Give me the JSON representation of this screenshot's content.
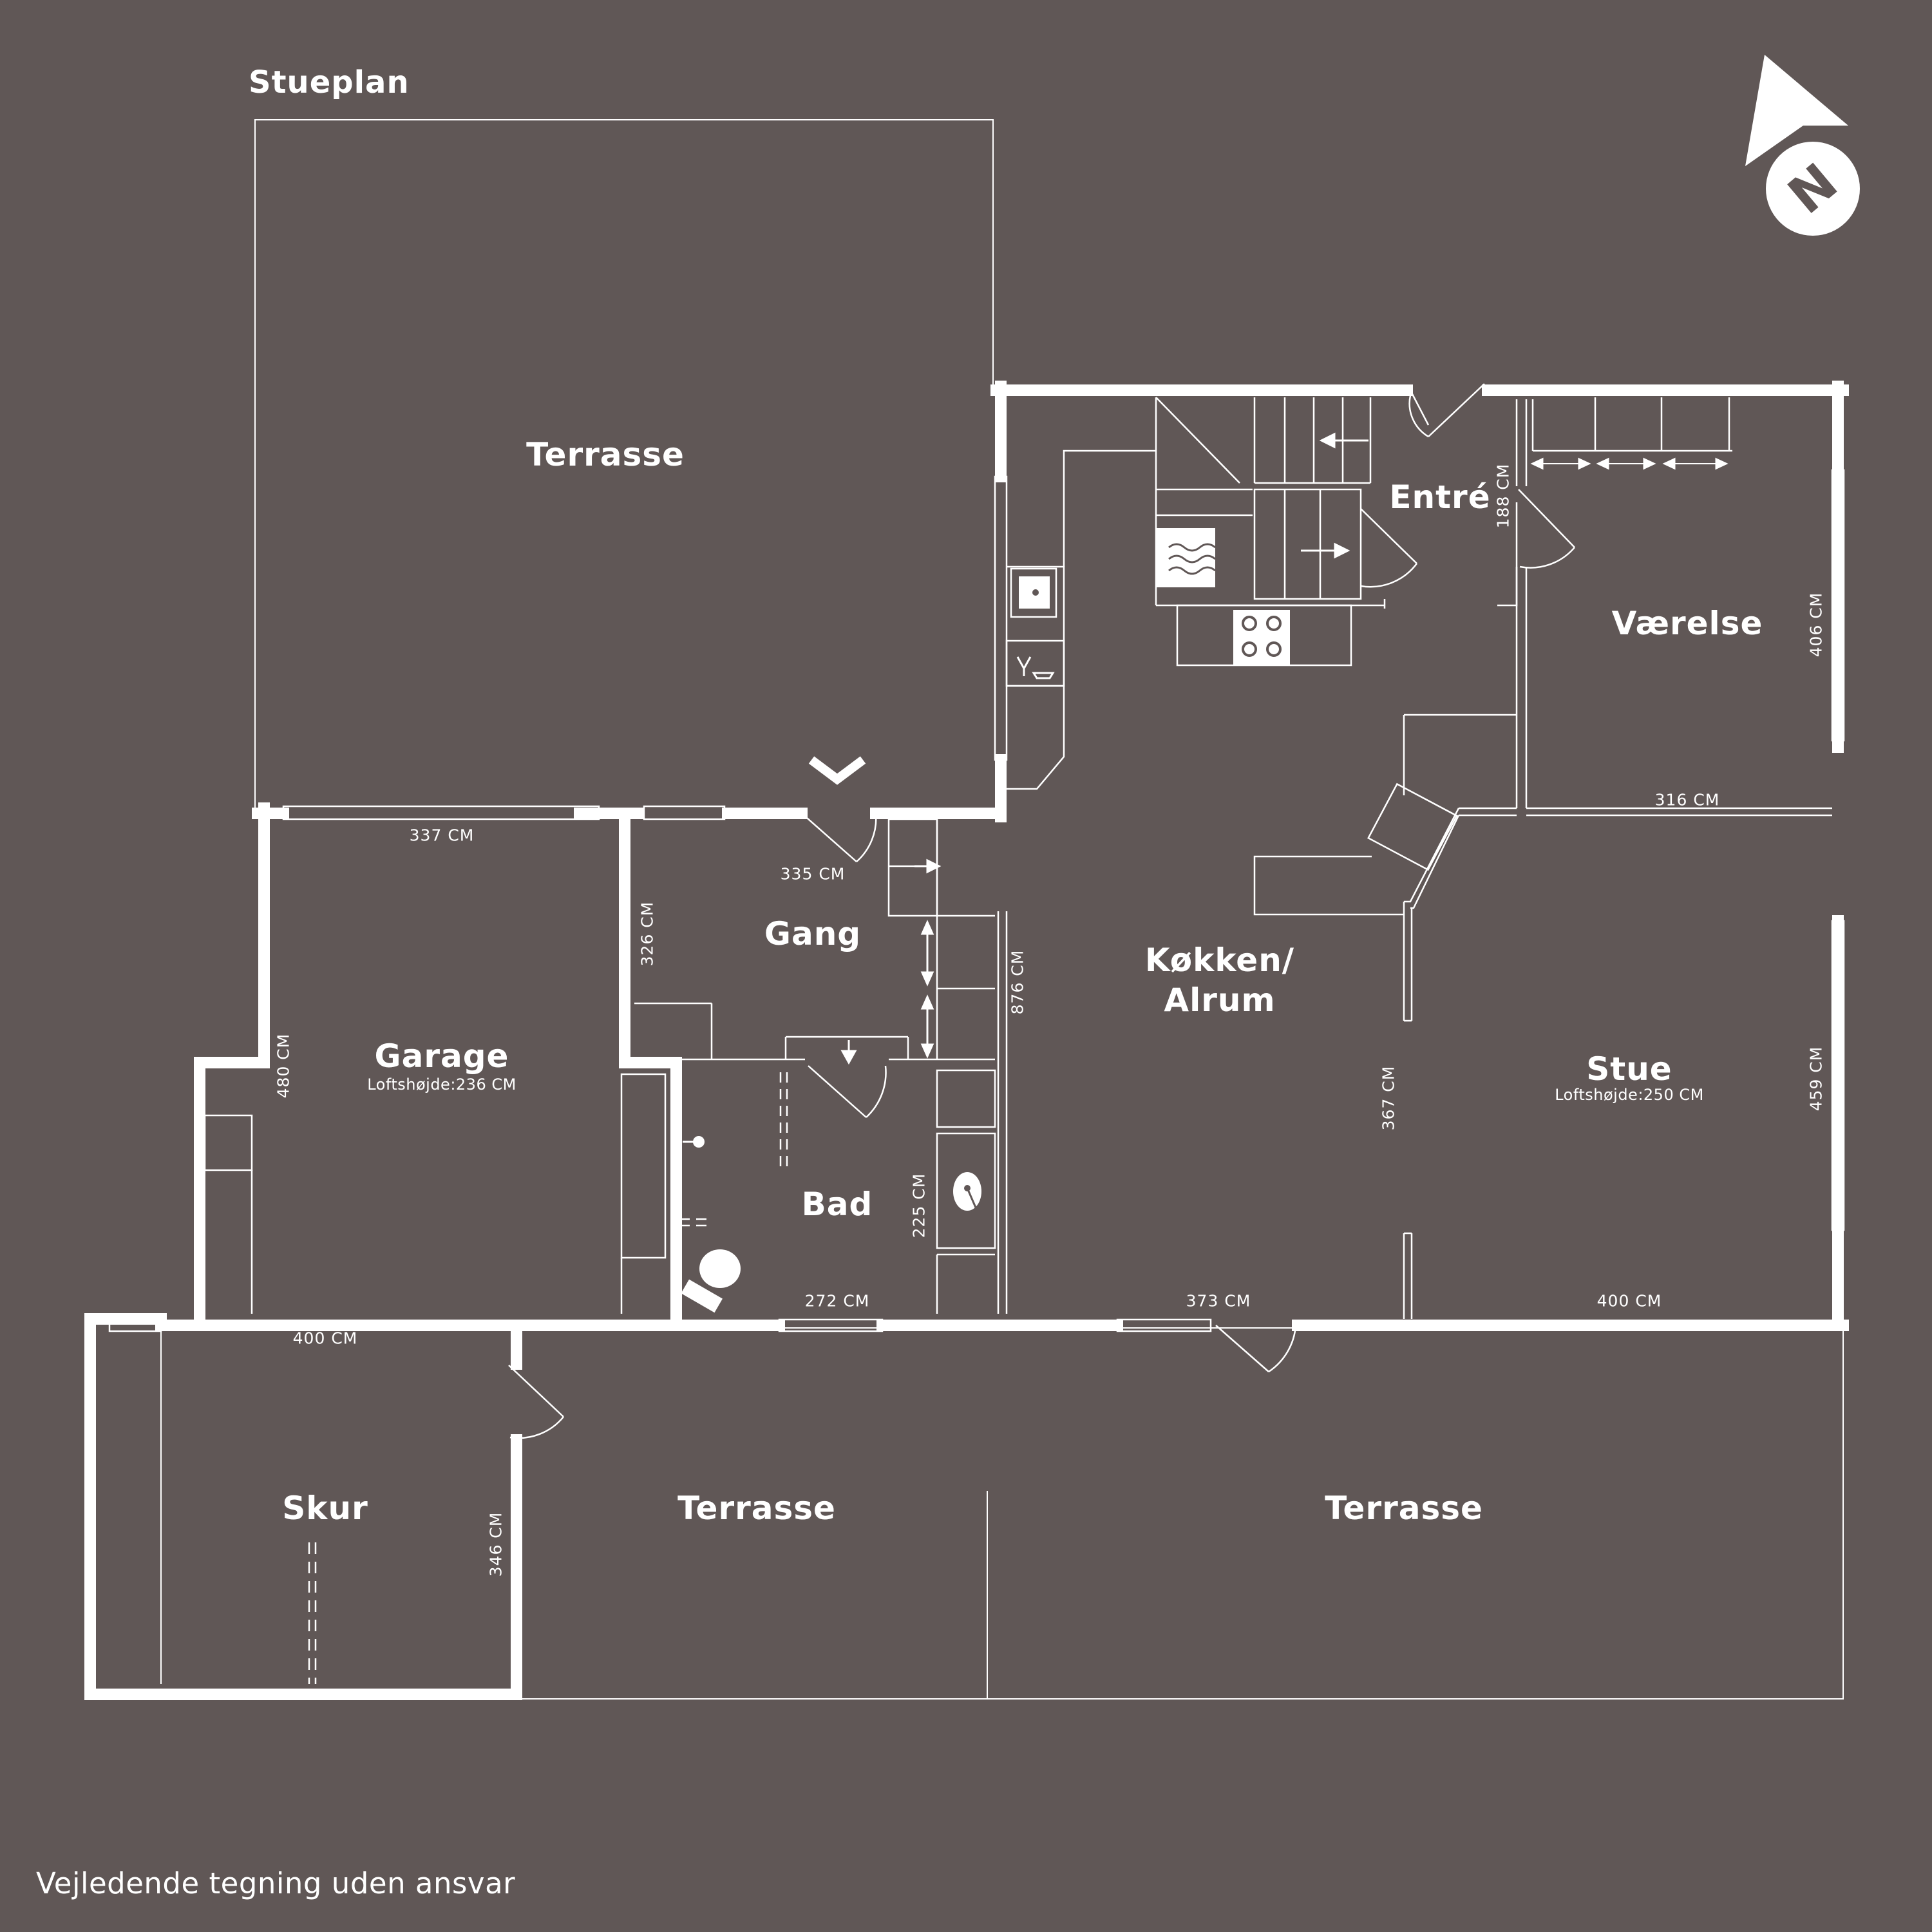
{
  "title": "Stueplan",
  "disclaimer": "Vejledende tegning uden ansvar",
  "compass": {
    "letter": "N"
  },
  "colors": {
    "background": "#605756",
    "lines": "#ffffff"
  },
  "rooms": {
    "terrasse_top": "Terrasse",
    "entre": "Entré",
    "vaerelse": "Værelse",
    "kokken_line1": "Køkken/",
    "kokken_line2": "Alrum",
    "stue": "Stue",
    "stue_ceiling": "Loftshøjde:250 CM",
    "gang": "Gang",
    "garage": "Garage",
    "garage_ceiling": "Loftshøjde:236 CM",
    "bad": "Bad",
    "skur": "Skur",
    "terrasse_bottom_left": "Terrasse",
    "terrasse_bottom_right": "Terrasse"
  },
  "dimensions": {
    "garage_width": "337 CM",
    "garage_height": "480 CM",
    "gang_width": "335 CM",
    "gang_height": "326 CM",
    "kitchen_height": "876 CM",
    "entre_height": "188 CM",
    "vaerelse_height": "406 CM",
    "vaerelse_width": "316 CM",
    "stue_height": "459 CM",
    "stue_inner_height": "367 CM",
    "stue_width": "400 CM",
    "kitchen_width": "373 CM",
    "bad_width": "272 CM",
    "bad_height": "225 CM",
    "skur_width": "400 CM",
    "skur_height": "346 CM"
  }
}
